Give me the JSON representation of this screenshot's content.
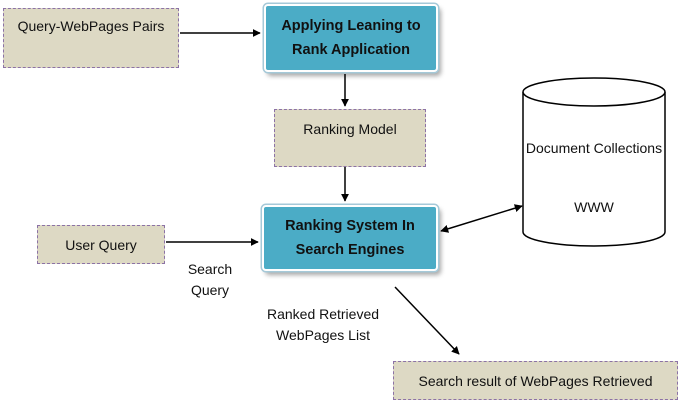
{
  "nodes": {
    "query_webpages_pairs": "Query-WebPages Pairs",
    "applying_learning": "Applying Leaning to Rank Application",
    "ranking_model": "Ranking Model",
    "ranking_system": "Ranking System In Search Engines",
    "user_query": "User Query",
    "search_result": "Search result of WebPages Retrieved",
    "document_collections": "Document Collections",
    "www": "WWW"
  },
  "edge_labels": {
    "search_query": "Search Query",
    "ranked_retrieved": "Ranked Retrieved WebPages List"
  },
  "colors": {
    "process_fill": "#4bacc6",
    "data_fill": "#ddd9c4",
    "data_border": "#8c72a6"
  }
}
